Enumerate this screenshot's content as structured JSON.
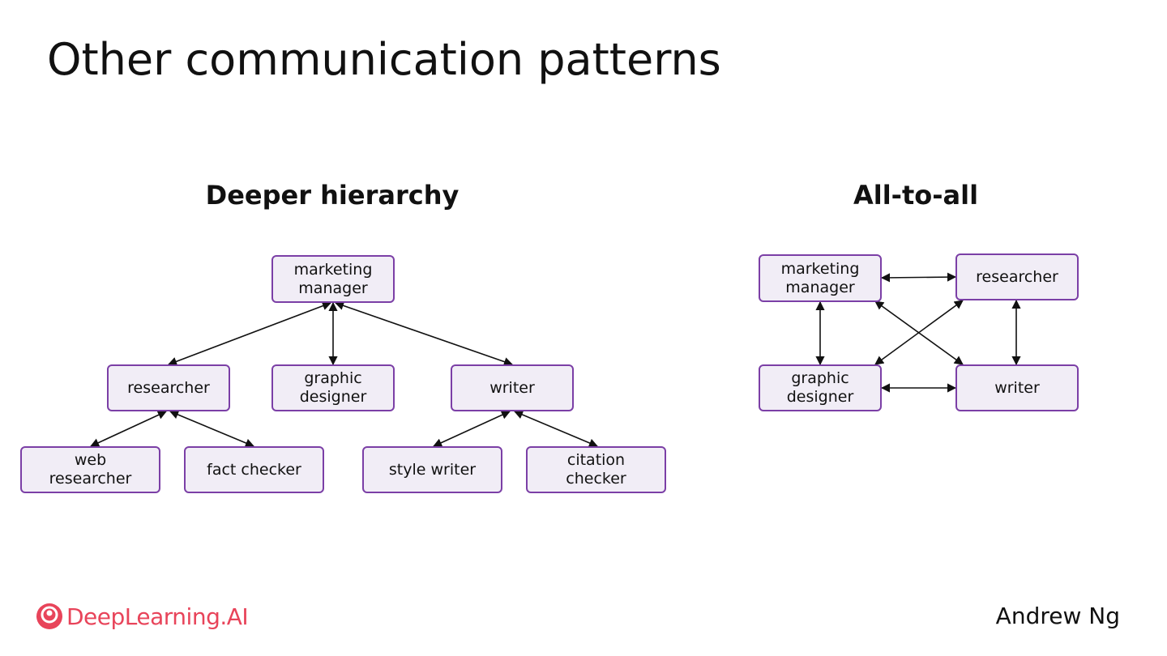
{
  "title": "Other communication patterns",
  "hierarchy": {
    "heading": "Deeper hierarchy",
    "nodes": {
      "manager": "marketing\nmanager",
      "researcher": "researcher",
      "designer": "graphic\ndesigner",
      "writer": "writer",
      "web_researcher": "web\nresearcher",
      "fact_checker": "fact checker",
      "style_writer": "style writer",
      "citation_checker": "citation\nchecker"
    }
  },
  "all_to_all": {
    "heading": "All-to-all",
    "nodes": {
      "manager": "marketing\nmanager",
      "researcher": "researcher",
      "designer": "graphic\ndesigner",
      "writer": "writer"
    }
  },
  "footer": {
    "logo_text": "DeepLearning.AI",
    "author": "Andrew Ng"
  },
  "colors": {
    "node_border": "#7b3fa6",
    "node_fill": "#f1edf6",
    "brand": "#e8445a"
  }
}
